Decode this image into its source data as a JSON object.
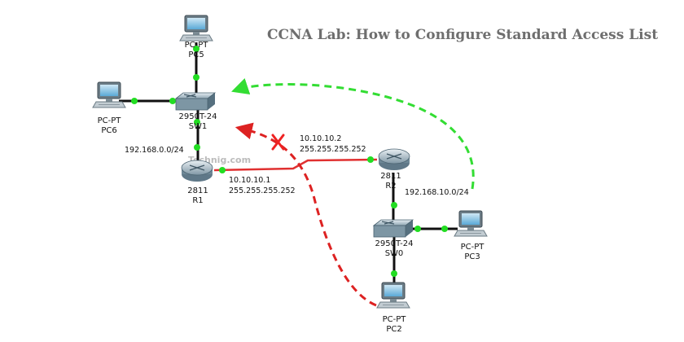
{
  "title": "CCNA Lab: How to Configure Standard Access List",
  "watermark": "Technig.com",
  "colors": {
    "link": "#111111",
    "serial_link": "#e03030",
    "port_dot": "#22dd22",
    "allowed_path": "#33dd33",
    "blocked_path": "#dd2222",
    "blocked_mark": "#ee2222"
  },
  "devices": {
    "pc5": {
      "type": "PC-PT",
      "name": "PC5",
      "icon": "pc-icon"
    },
    "pc6": {
      "type": "PC-PT",
      "name": "PC6",
      "icon": "pc-icon"
    },
    "sw1": {
      "type": "2950T-24",
      "name": "SW1",
      "icon": "switch-icon"
    },
    "r1": {
      "type": "2811",
      "name": "R1",
      "icon": "router-icon"
    },
    "r2": {
      "type": "2811",
      "name": "R2",
      "icon": "router-icon"
    },
    "sw0": {
      "type": "2950T-24",
      "name": "SW0",
      "icon": "switch-icon"
    },
    "pc3": {
      "type": "PC-PT",
      "name": "PC3",
      "icon": "pc-icon"
    },
    "pc2": {
      "type": "PC-PT",
      "name": "PC2",
      "icon": "pc-icon"
    }
  },
  "networks": {
    "lan1": "192.168.0.0/24",
    "lan2": "192.168.10.0/24"
  },
  "serial": {
    "r1_ip": "10.10.10.1",
    "r1_mask": "255.255.255.252",
    "r2_ip": "10.10.10.2",
    "r2_mask": "255.255.255.252"
  },
  "paths": {
    "allowed": {
      "from": "PC3",
      "to": "SW1",
      "style": "dashed",
      "color": "#33dd33"
    },
    "blocked": {
      "from": "PC2",
      "to": "SW1",
      "style": "dashed",
      "color": "#dd2222",
      "marker": "X"
    }
  }
}
